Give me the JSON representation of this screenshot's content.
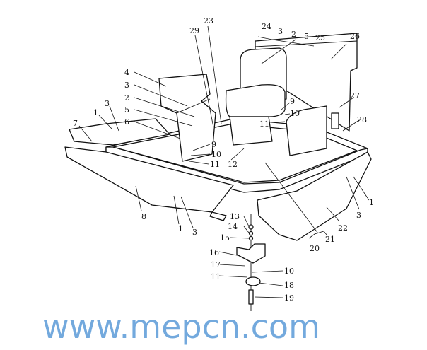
{
  "diagram": {
    "watermark": "www.mepcn.com",
    "callouts": [
      "23",
      "29",
      "24",
      "3",
      "2",
      "5",
      "25",
      "26",
      "4",
      "3",
      "3",
      "1",
      "2",
      "5",
      "6",
      "7",
      "9",
      "10",
      "11",
      "9",
      "10",
      "11",
      "12",
      "27",
      "28",
      "8",
      "1",
      "3",
      "13",
      "14",
      "15",
      "16",
      "17",
      "11",
      "10",
      "18",
      "19",
      "20",
      "21",
      "22",
      "3",
      "1"
    ]
  }
}
